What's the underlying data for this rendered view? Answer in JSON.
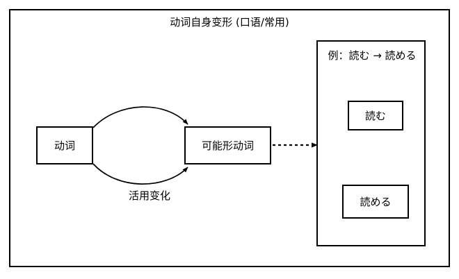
{
  "diagram": {
    "title": "动词自身变形 (口语/常用)",
    "nodes": {
      "verb": "动词",
      "potential_verb": "可能形动词",
      "example_source": "読む",
      "example_result": "読める"
    },
    "edges": {
      "conjugation_label": "活用变化"
    },
    "example_panel": {
      "caption": "例：読む → 読める"
    },
    "colors": {
      "stroke": "#000000",
      "background": "#ffffff",
      "text": "#000000"
    }
  }
}
